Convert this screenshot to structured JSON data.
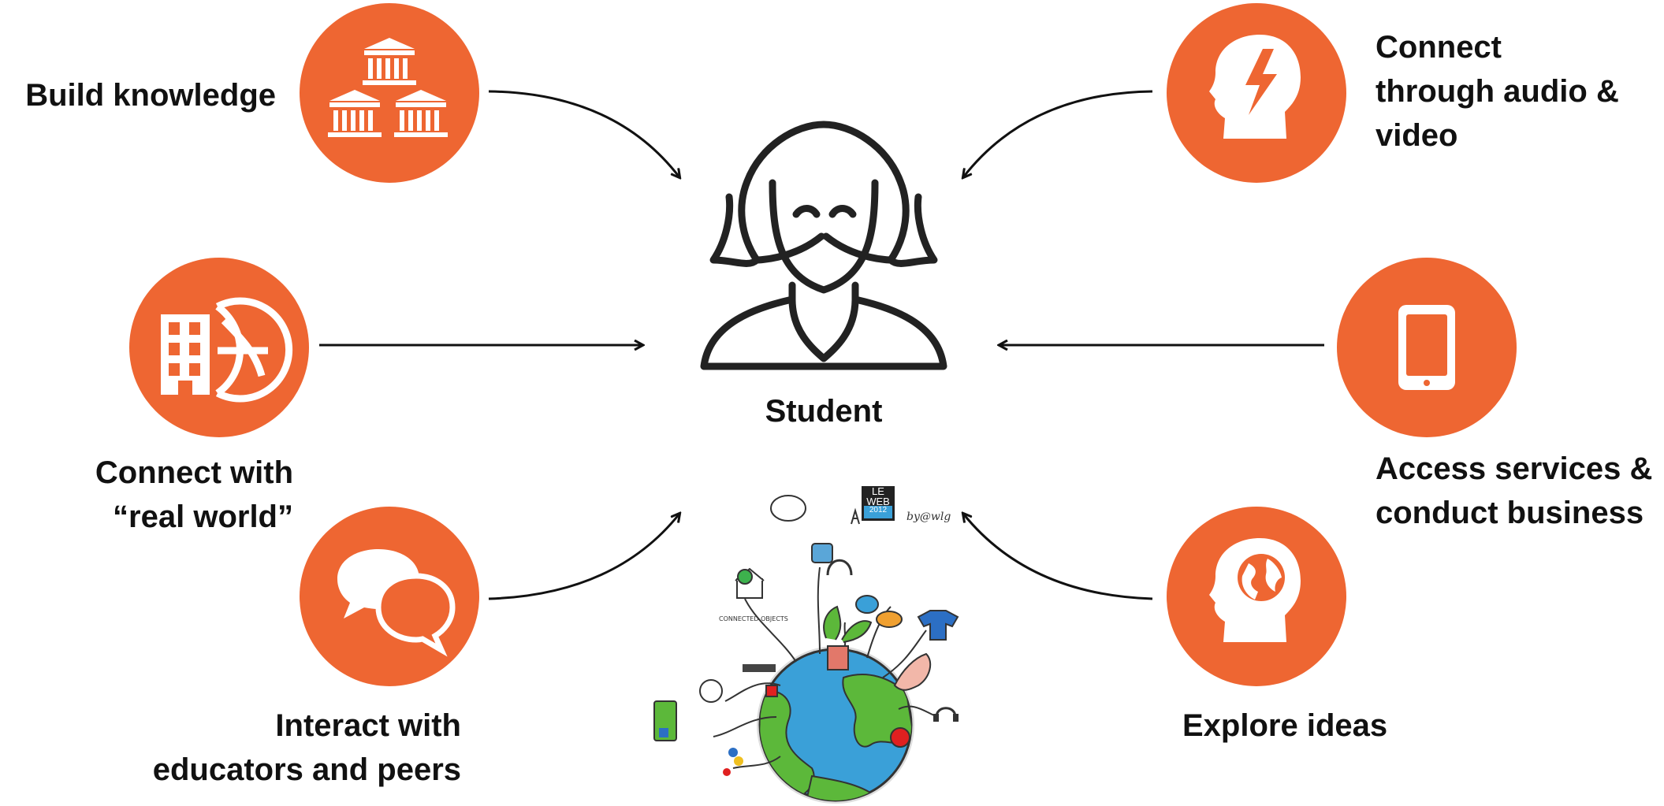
{
  "center": {
    "label": "Student"
  },
  "nodes": [
    {
      "id": "build-knowledge",
      "label": "Build knowledge",
      "icon": "institution-buildings-icon"
    },
    {
      "id": "connect-real-world",
      "label": "Connect with\n“real world”",
      "icon": "city-globe-icon"
    },
    {
      "id": "interact-educators",
      "label": "Interact with\neducators and peers",
      "icon": "chat-bubbles-icon"
    },
    {
      "id": "connect-audio-video",
      "label": "Connect\nthrough audio &\nvideo",
      "icon": "head-lightning-icon"
    },
    {
      "id": "access-services",
      "label": "Access services &\nconduct business",
      "icon": "tablet-icon"
    },
    {
      "id": "explore-ideas",
      "label": "Explore ideas",
      "icon": "head-globe-icon"
    }
  ],
  "globe_illustration": {
    "badge_line1": "LE",
    "badge_line2": "WEB",
    "badge_year": "2012",
    "signature": "by@wlg",
    "caption": "CONNECTED OBJECTS"
  },
  "colors": {
    "accent": "#EE6632",
    "text": "#111111",
    "arrow": "#111111"
  }
}
